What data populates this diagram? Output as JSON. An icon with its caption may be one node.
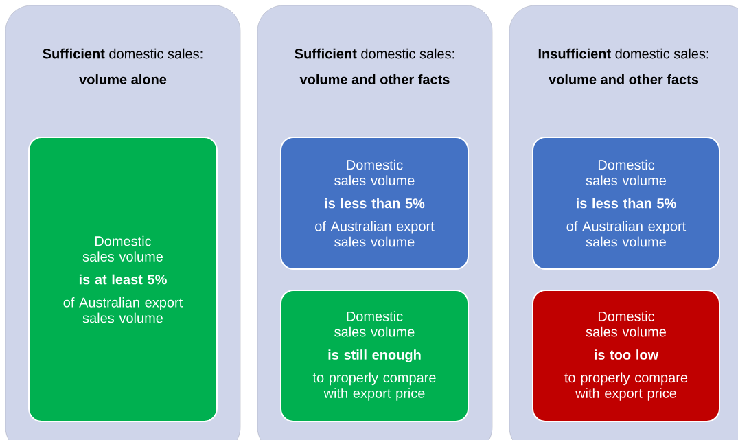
{
  "diagram": {
    "nodes": [
      {
        "text": [
          "**Sufficient** domestic sales:",
          "volume alone"
        ]
      },
      {
        "text": [
          "Domestic sales volume",
          "is at least 5%",
          "of Australian export sales volume"
        ],
        "in": 0
      },
      {
        "text": [
          "**Sufficient** domestic sales:",
          "volume and other facts"
        ]
      },
      {
        "text": [
          "Domestic sales volume",
          "is less than 5%",
          "of Australian export sales volume"
        ],
        "in": 2
      },
      {
        "text": [
          "Domestic sales volume",
          "is still enough",
          "to properly compare with export price"
        ],
        "in": 2
      },
      {
        "text": [
          "**Insufficient** domestic sales:",
          "volume and other facts"
        ]
      },
      {
        "text": [
          "Domestic sales volume",
          "is less than 5%",
          "of Australian export sales volume"
        ],
        "in": 5
      },
      {
        "text": [
          "Domestic sales volume",
          "is too low",
          "to properly compare with export price"
        ],
        "in": 5
      }
    ]
  }
}
